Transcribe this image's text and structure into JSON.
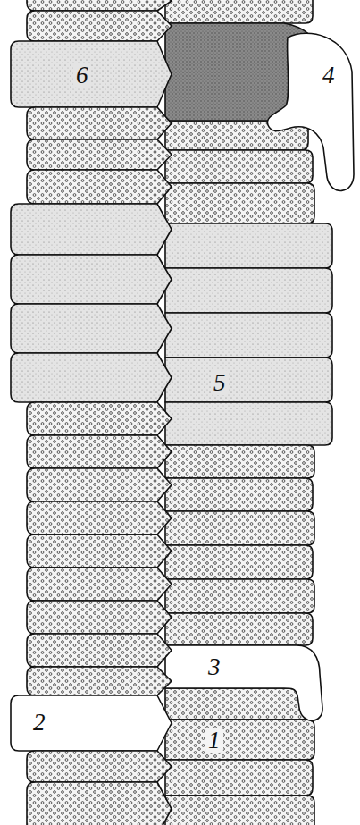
{
  "diagram": {
    "labels": [
      "6",
      "4",
      "5",
      "3",
      "2",
      "1"
    ]
  }
}
